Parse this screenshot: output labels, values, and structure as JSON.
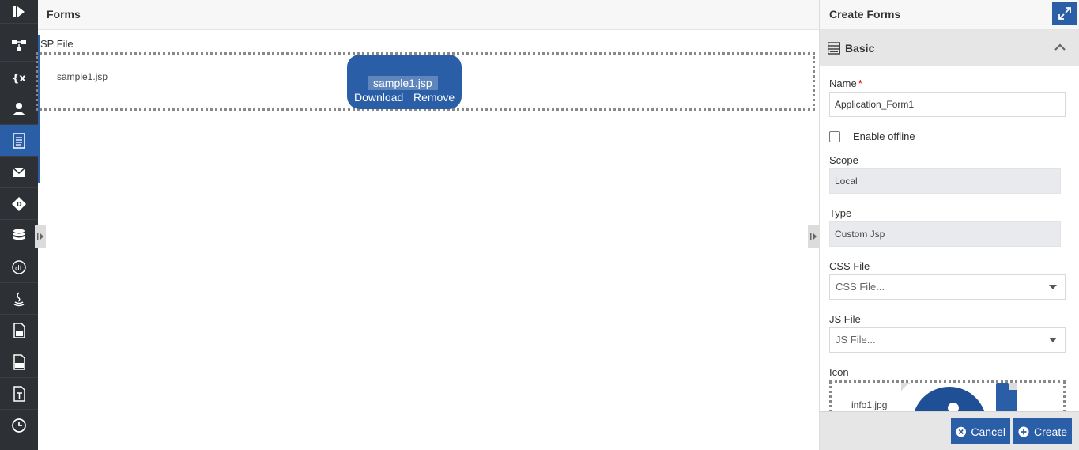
{
  "main": {
    "title": "Forms",
    "jsp_label": "SP File",
    "file": {
      "name": "sample1.jsp",
      "chip_name": "sample1.jsp",
      "download_label": "Download",
      "remove_label": "Remove"
    }
  },
  "nav": {
    "items": [
      "logo-icon",
      "process-icon",
      "variables-icon",
      "user-icon",
      "forms-icon",
      "email-icon",
      "decision-icon",
      "database-icon",
      "dt-icon",
      "java-icon",
      "js-icon",
      "css-icon",
      "text-icon",
      "clock-icon"
    ],
    "active_index": 4
  },
  "panel": {
    "title": "Create Forms",
    "section_title": "Basic",
    "name_label": "Name",
    "name_required": "*",
    "name_value": "Application_Form1",
    "enable_offline_label": "Enable offline",
    "scope_label": "Scope",
    "scope_value": "Local",
    "type_label": "Type",
    "type_value": "Custom Jsp",
    "css_label": "CSS File",
    "css_placeholder": "CSS File...",
    "js_label": "JS File",
    "js_placeholder": "JS File...",
    "icon_label": "Icon",
    "icon_file_name": "info1.jpg",
    "cancel_label": "Cancel",
    "create_label": "Create"
  },
  "colors": {
    "accent": "#2a5ea6",
    "nav_bg": "#2d3035"
  }
}
